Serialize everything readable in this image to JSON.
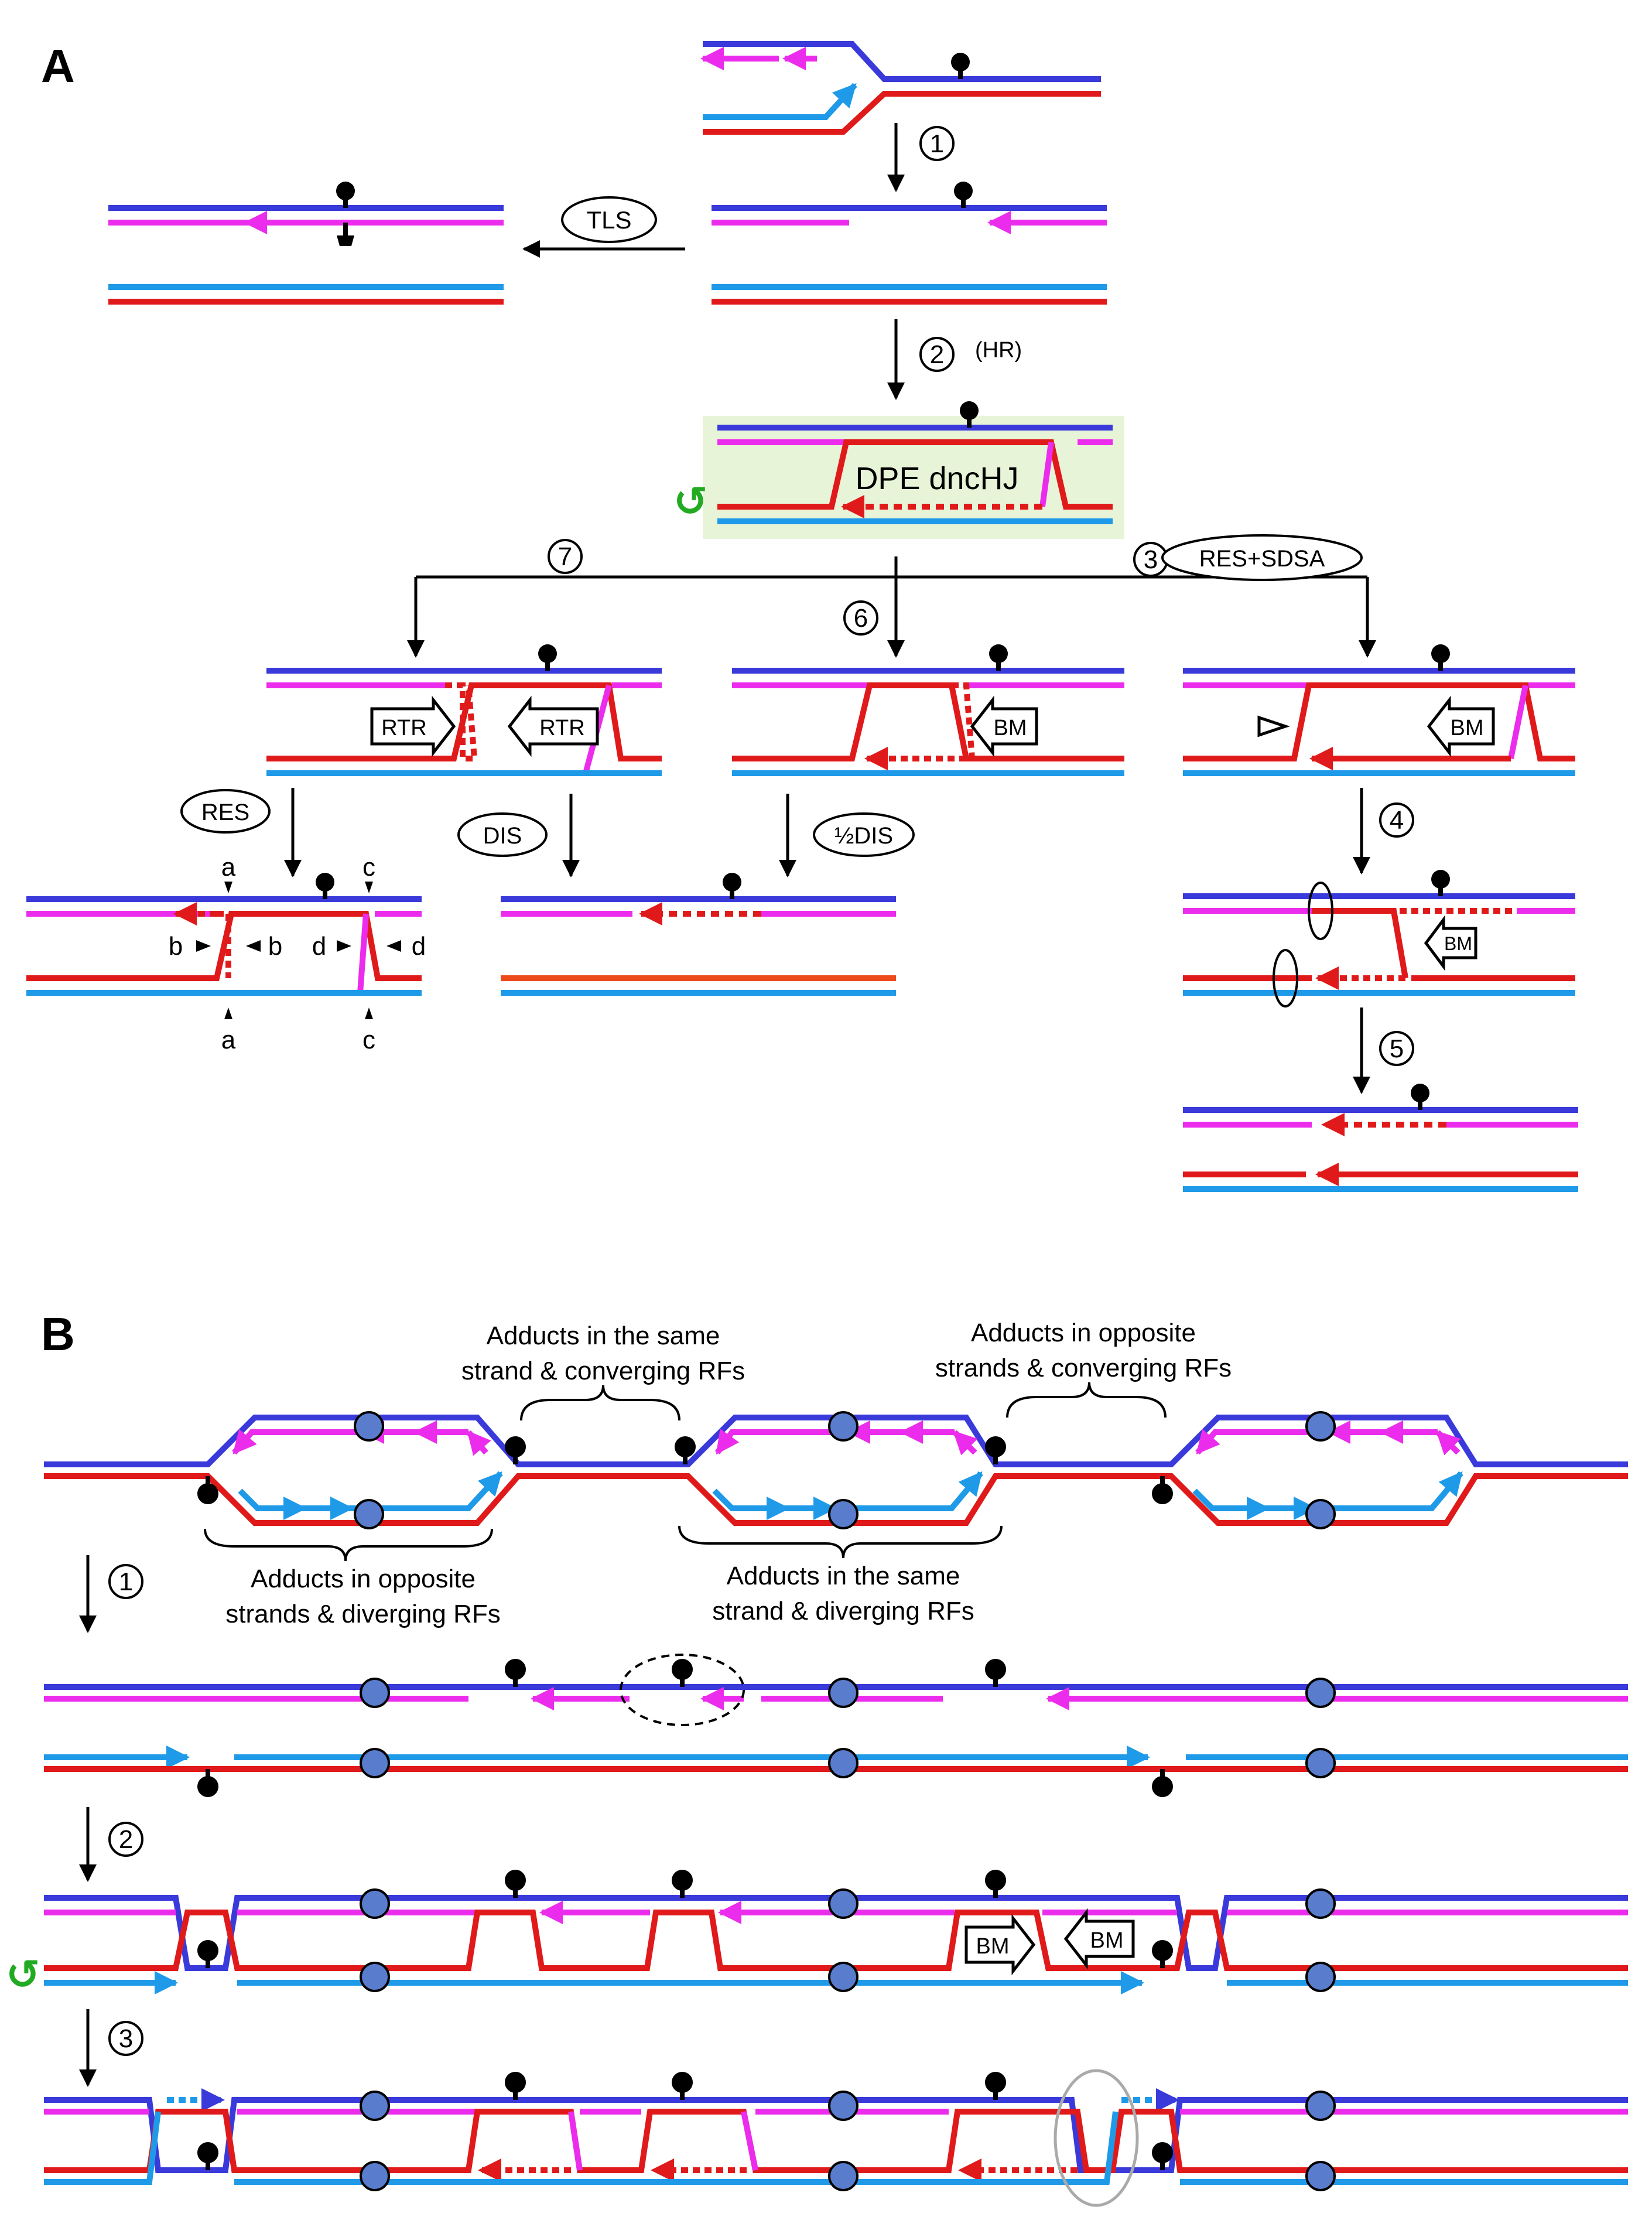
{
  "panels": {
    "a": "A",
    "b": "B"
  },
  "colors": {
    "dark_blue": "#3a3adb",
    "magenta": "#ec2cec",
    "red": "#e01a1a",
    "light_blue": "#1f9ae8",
    "orange_red": "#ec4a1a",
    "box_fill": "#e8f4d8",
    "nucleosome": "#5a7ccc",
    "green": "#22aa22"
  },
  "panel_a": {
    "steps": [
      "1",
      "2",
      "3",
      "4",
      "5",
      "6",
      "7"
    ],
    "labels": {
      "tls": "TLS",
      "hr": "(HR)",
      "dpe": "DPE dncHJ",
      "res_sdsa": "RES+SDSA",
      "rtr": "RTR",
      "bm": "BM",
      "res": "RES",
      "dis": "DIS",
      "half_dis": "½DIS"
    },
    "cut_letters": [
      "a",
      "b",
      "c",
      "d"
    ]
  },
  "panel_b": {
    "steps": [
      "1",
      "2",
      "3"
    ],
    "annotations": {
      "same_converging_1": "Adducts in the same",
      "same_converging_2": "strand & converging RFs",
      "opposite_converging_1": "Adducts in opposite",
      "opposite_converging_2": "strands & converging RFs",
      "opposite_diverging_1": "Adducts in opposite",
      "opposite_diverging_2": "strands & diverging RFs",
      "same_diverging_1": "Adducts in the same",
      "same_diverging_2": "strand & diverging RFs"
    },
    "bm": "BM"
  }
}
